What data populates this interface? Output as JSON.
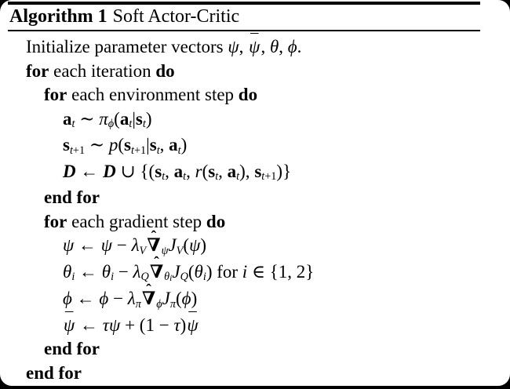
{
  "colors": {
    "background": "#000000",
    "card": "#ffffff",
    "text": "#000000",
    "rule": "#000000"
  },
  "algorithm": {
    "label": "Algorithm 1",
    "title": "Soft Actor-Critic",
    "lines": [
      {
        "indent": 0,
        "runs": [
          {
            "t": "Initialize parameter vectors ",
            "k": "rm"
          },
          {
            "t": "ψ",
            "k": "it"
          },
          {
            "t": ", ",
            "k": "rm"
          },
          {
            "t": "ψ",
            "k": "it",
            "acc": "¯"
          },
          {
            "t": ", ",
            "k": "rm"
          },
          {
            "t": "θ",
            "k": "it"
          },
          {
            "t": ", ",
            "k": "rm"
          },
          {
            "t": "ϕ",
            "k": "it"
          },
          {
            "t": ".",
            "k": "rm"
          }
        ]
      },
      {
        "indent": 0,
        "runs": [
          {
            "t": "for",
            "k": "bf"
          },
          {
            "t": " each iteration ",
            "k": "rm"
          },
          {
            "t": "do",
            "k": "bf"
          }
        ]
      },
      {
        "indent": 1,
        "runs": [
          {
            "t": "for",
            "k": "bf"
          },
          {
            "t": " each environment step ",
            "k": "rm"
          },
          {
            "t": "do",
            "k": "bf"
          }
        ]
      },
      {
        "indent": 2,
        "runs": [
          {
            "t": "a",
            "k": "bf"
          },
          {
            "t": "t",
            "k": "sub"
          },
          {
            "t": " ∼ ",
            "k": "rm"
          },
          {
            "t": "π",
            "k": "it"
          },
          {
            "t": "ϕ",
            "k": "sub"
          },
          {
            "t": "(",
            "k": "rm"
          },
          {
            "t": "a",
            "k": "bf"
          },
          {
            "t": "t",
            "k": "sub"
          },
          {
            "t": "|",
            "k": "rm"
          },
          {
            "t": "s",
            "k": "bf"
          },
          {
            "t": "t",
            "k": "sub"
          },
          {
            "t": ")",
            "k": "rm"
          }
        ]
      },
      {
        "indent": 2,
        "runs": [
          {
            "t": "s",
            "k": "bf"
          },
          {
            "t": "t",
            "k": "sub"
          },
          {
            "t": "+1",
            "k": "subr"
          },
          {
            "t": " ∼ ",
            "k": "rm"
          },
          {
            "t": "p",
            "k": "it"
          },
          {
            "t": "(",
            "k": "rm"
          },
          {
            "t": "s",
            "k": "bf"
          },
          {
            "t": "t",
            "k": "sub"
          },
          {
            "t": "+1",
            "k": "subr"
          },
          {
            "t": "|",
            "k": "rm"
          },
          {
            "t": "s",
            "k": "bf"
          },
          {
            "t": "t",
            "k": "sub"
          },
          {
            "t": ", ",
            "k": "rm"
          },
          {
            "t": "a",
            "k": "bf"
          },
          {
            "t": "t",
            "k": "sub"
          },
          {
            "t": ")",
            "k": "rm"
          }
        ]
      },
      {
        "indent": 2,
        "runs": [
          {
            "t": "D",
            "k": "cal"
          },
          {
            "t": " ← ",
            "k": "rm"
          },
          {
            "t": "D",
            "k": "cal"
          },
          {
            "t": " ∪ {(",
            "k": "rm"
          },
          {
            "t": "s",
            "k": "bf"
          },
          {
            "t": "t",
            "k": "sub"
          },
          {
            "t": ", ",
            "k": "rm"
          },
          {
            "t": "a",
            "k": "bf"
          },
          {
            "t": "t",
            "k": "sub"
          },
          {
            "t": ", ",
            "k": "rm"
          },
          {
            "t": "r",
            "k": "it"
          },
          {
            "t": "(",
            "k": "rm"
          },
          {
            "t": "s",
            "k": "bf"
          },
          {
            "t": "t",
            "k": "sub"
          },
          {
            "t": ", ",
            "k": "rm"
          },
          {
            "t": "a",
            "k": "bf"
          },
          {
            "t": "t",
            "k": "sub"
          },
          {
            "t": "), ",
            "k": "rm"
          },
          {
            "t": "s",
            "k": "bf"
          },
          {
            "t": "t",
            "k": "sub"
          },
          {
            "t": "+1",
            "k": "subr"
          },
          {
            "t": ")}",
            "k": "rm"
          }
        ]
      },
      {
        "indent": 1,
        "runs": [
          {
            "t": "end for",
            "k": "bf"
          }
        ]
      },
      {
        "indent": 1,
        "runs": [
          {
            "t": "for",
            "k": "bf"
          },
          {
            "t": " each gradient step ",
            "k": "rm"
          },
          {
            "t": "do",
            "k": "bf"
          }
        ]
      },
      {
        "indent": 2,
        "runs": [
          {
            "t": "ψ",
            "k": "it"
          },
          {
            "t": " ← ",
            "k": "rm"
          },
          {
            "t": "ψ",
            "k": "it"
          },
          {
            "t": " − ",
            "k": "rm"
          },
          {
            "t": "λ",
            "k": "it"
          },
          {
            "t": "V",
            "k": "sub"
          },
          {
            "t": "∇",
            "k": "bf",
            "acc": "ˆ"
          },
          {
            "t": "ψ",
            "k": "sub"
          },
          {
            "t": "J",
            "k": "it"
          },
          {
            "t": "V",
            "k": "sub"
          },
          {
            "t": "(",
            "k": "rm"
          },
          {
            "t": "ψ",
            "k": "it"
          },
          {
            "t": ")",
            "k": "rm"
          }
        ]
      },
      {
        "indent": 2,
        "runs": [
          {
            "t": "θ",
            "k": "it"
          },
          {
            "t": "i",
            "k": "sub"
          },
          {
            "t": " ← ",
            "k": "rm"
          },
          {
            "t": "θ",
            "k": "it"
          },
          {
            "t": "i",
            "k": "sub"
          },
          {
            "t": " − ",
            "k": "rm"
          },
          {
            "t": "λ",
            "k": "it"
          },
          {
            "t": "Q",
            "k": "sub"
          },
          {
            "t": "∇",
            "k": "bf",
            "acc": "ˆ"
          },
          {
            "t": "θ",
            "k": "sub"
          },
          {
            "t": "i",
            "k": "ssub"
          },
          {
            "t": "J",
            "k": "it"
          },
          {
            "t": "Q",
            "k": "sub"
          },
          {
            "t": "(",
            "k": "rm"
          },
          {
            "t": "θ",
            "k": "it"
          },
          {
            "t": "i",
            "k": "sub"
          },
          {
            "t": ") for ",
            "k": "rm"
          },
          {
            "t": "i",
            "k": "it"
          },
          {
            "t": " ∈ {1, 2}",
            "k": "rm"
          }
        ]
      },
      {
        "indent": 2,
        "runs": [
          {
            "t": "ϕ",
            "k": "it"
          },
          {
            "t": " ← ",
            "k": "rm"
          },
          {
            "t": "ϕ",
            "k": "it"
          },
          {
            "t": " − ",
            "k": "rm"
          },
          {
            "t": "λ",
            "k": "it"
          },
          {
            "t": "π",
            "k": "sub"
          },
          {
            "t": "∇",
            "k": "bf",
            "acc": "ˆ"
          },
          {
            "t": "ϕ",
            "k": "sub"
          },
          {
            "t": "J",
            "k": "it"
          },
          {
            "t": "π",
            "k": "sub"
          },
          {
            "t": "(",
            "k": "rm"
          },
          {
            "t": "ϕ",
            "k": "it"
          },
          {
            "t": ")",
            "k": "rm"
          }
        ]
      },
      {
        "indent": 2,
        "runs": [
          {
            "t": "ψ",
            "k": "it",
            "acc": "¯"
          },
          {
            "t": " ← ",
            "k": "rm"
          },
          {
            "t": "τ",
            "k": "it"
          },
          {
            "t": "ψ",
            "k": "it"
          },
          {
            "t": " + (1 − ",
            "k": "rm"
          },
          {
            "t": "τ",
            "k": "it"
          },
          {
            "t": ")",
            "k": "rm"
          },
          {
            "t": "ψ",
            "k": "it",
            "acc": "¯"
          }
        ]
      },
      {
        "indent": 1,
        "runs": [
          {
            "t": "end for",
            "k": "bf"
          }
        ]
      },
      {
        "indent": 0,
        "runs": [
          {
            "t": "end for",
            "k": "bf"
          }
        ]
      }
    ]
  }
}
